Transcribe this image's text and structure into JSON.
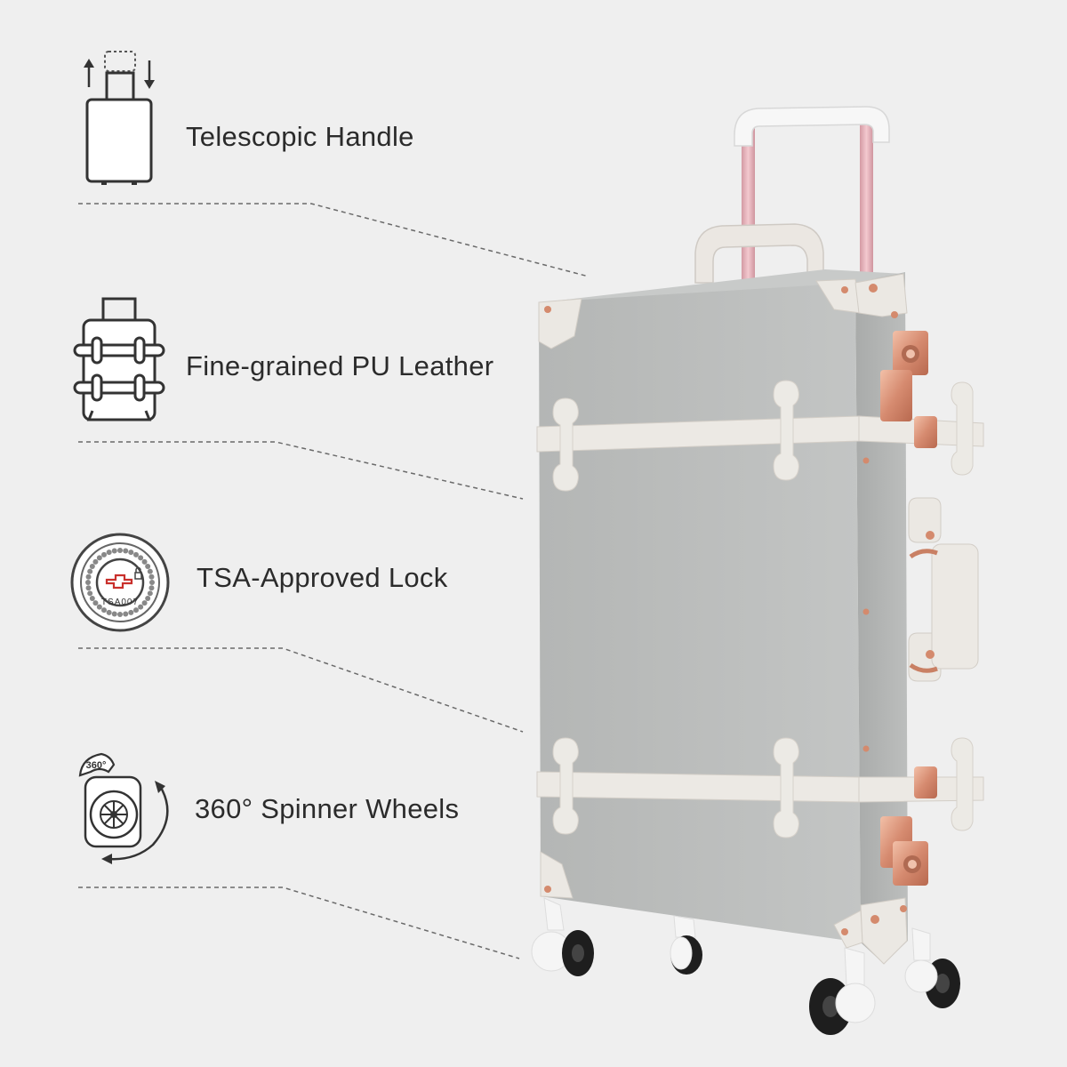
{
  "features": [
    {
      "label": "Telescopic Handle",
      "icon": "telescopic-handle-icon"
    },
    {
      "label": "Fine-grained PU Leather",
      "icon": "leather-strap-icon"
    },
    {
      "label": "TSA-Approved Lock",
      "icon": "tsa-lock-icon",
      "icon_text": "TSA007"
    },
    {
      "label": "360° Spinner Wheels",
      "icon": "spinner-wheel-icon",
      "icon_text": "360°"
    }
  ],
  "colors": {
    "background": "#efefef",
    "suitcase_body": "#b9bbba",
    "suitcase_trim": "#ebe8e3",
    "hardware_rose_gold": "#d9957c",
    "handle_pink": "#e8b5bd",
    "wheels": "#1e1e1e"
  }
}
